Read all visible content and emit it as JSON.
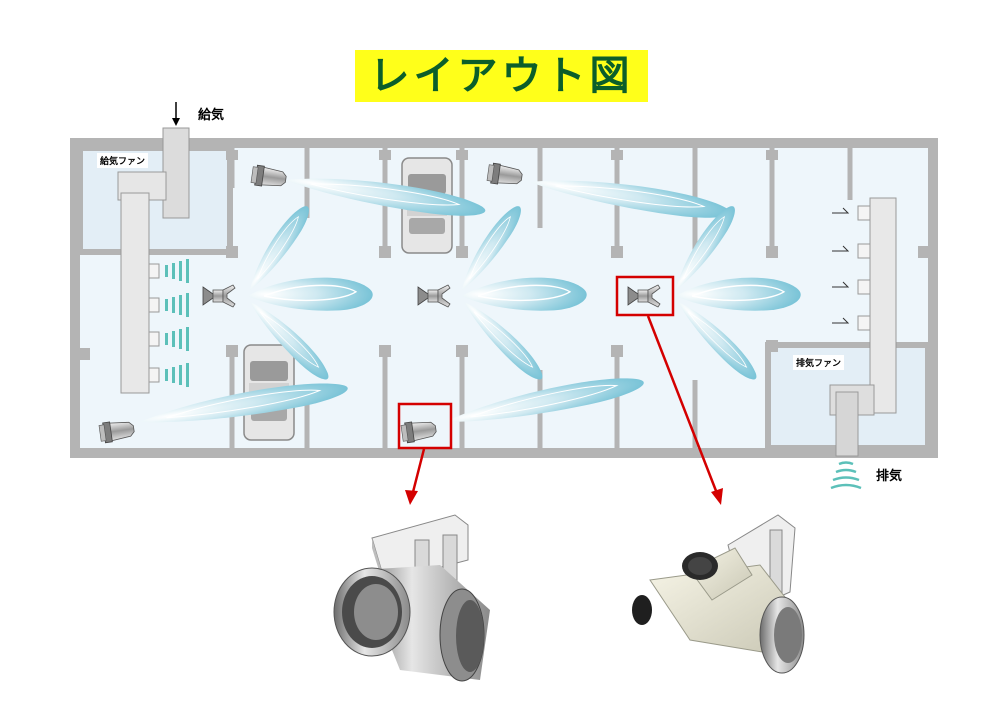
{
  "title": "レイアウト図",
  "labels": {
    "supply_air": "給気",
    "exhaust_air": "排気",
    "supply_fan": "給気ファン",
    "exhaust_fan": "排気ファン"
  },
  "colors": {
    "title_bg": "#ffff1a",
    "title_text": "#0b5e2a",
    "wall": "#b4b4b4",
    "floor": "#eef6fb",
    "jet_stream": "#7fc6d8",
    "highlight": "#d40000"
  }
}
